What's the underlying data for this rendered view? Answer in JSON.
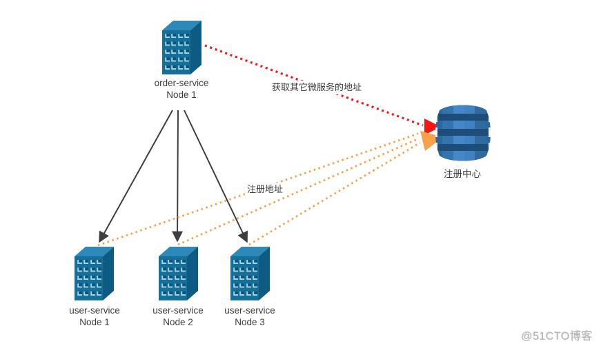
{
  "diagram": {
    "nodes": {
      "order_service": {
        "name": "order-service",
        "node": "Node 1",
        "icon": "building-icon"
      },
      "user_service_1": {
        "name": "user-service",
        "node": "Node 1",
        "icon": "building-icon"
      },
      "user_service_2": {
        "name": "user-service",
        "node": "Node 2",
        "icon": "building-icon"
      },
      "user_service_3": {
        "name": "user-service",
        "node": "Node 3",
        "icon": "building-icon"
      },
      "registry": {
        "name": "注册中心",
        "icon": "database-icon"
      }
    },
    "edges": {
      "fetch_addresses": {
        "label": "获取其它微服务的地址",
        "from": "order-service Node 1",
        "to": "注册中心",
        "style": "dotted",
        "color": "#f61414"
      },
      "register_address": {
        "label": "注册地址",
        "from": "user-service Node 1/2/3",
        "to": "注册中心",
        "style": "dotted",
        "color": "#fba04a"
      },
      "calls": {
        "from": "order-service Node 1",
        "to": "user-service Node 1/2/3",
        "style": "solid",
        "color": "#3e3e3e"
      }
    },
    "colors": {
      "building_front": "#156f9b",
      "building_top": "#2d8ab8",
      "building_side": "#0d5b82",
      "building_window_light": "#a6d2e4",
      "building_window_dark": "#0c5379",
      "db_body": "#2c689e",
      "db_facet_light": "#4687c9",
      "db_band": "#1d4d78",
      "arrow_black": "#3e3e3e",
      "arrow_red": "#f61414",
      "arrow_orange": "#fba04a",
      "label_text": "#3e3e3e"
    }
  },
  "watermark": {
    "text": "@51CTO博客"
  }
}
